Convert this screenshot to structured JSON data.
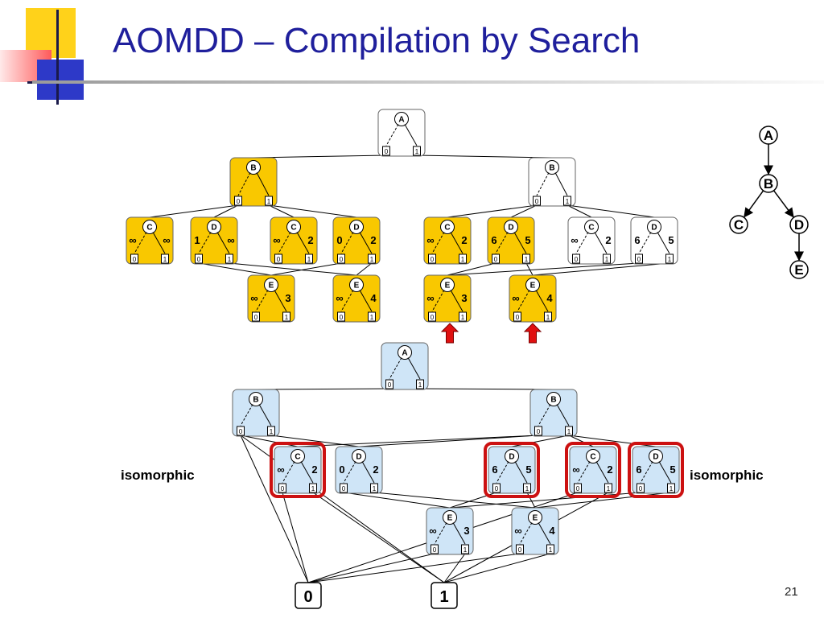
{
  "title": "AOMDD – Compilation by Search",
  "slide_number": "21",
  "labels": {
    "left": "isomorphic",
    "right": "isomorphic"
  },
  "colors": {
    "title": "#1f1f9c",
    "search_tree_fill": "#f9c800",
    "dd_fill": "#cfe5f7",
    "highlight": "#cc1111",
    "arrow": "#e01010"
  },
  "pseudo_tree": {
    "nodes": [
      "A",
      "B",
      "C",
      "D",
      "E"
    ]
  },
  "search_tree": {
    "root": {
      "var": "A",
      "values": [
        "0",
        "1"
      ]
    },
    "level_b": [
      {
        "var": "B",
        "values": [
          "0",
          "1"
        ]
      },
      {
        "var": "B",
        "values": [
          "0",
          "1"
        ]
      }
    ],
    "level_cd": [
      {
        "var": "C",
        "w0": "∞",
        "w1": "∞",
        "values": [
          "0",
          "1"
        ]
      },
      {
        "var": "D",
        "w0": "1",
        "w1": "∞",
        "values": [
          "0",
          "1"
        ]
      },
      {
        "var": "C",
        "w0": "∞",
        "w1": "2",
        "values": [
          "0",
          "1"
        ]
      },
      {
        "var": "D",
        "w0": "0",
        "w1": "2",
        "values": [
          "0",
          "1"
        ]
      },
      {
        "var": "C",
        "w0": "∞",
        "w1": "2",
        "values": [
          "0",
          "1"
        ]
      },
      {
        "var": "D",
        "w0": "6",
        "w1": "5",
        "values": [
          "0",
          "1"
        ]
      },
      {
        "var": "C",
        "w0": "∞",
        "w1": "2",
        "values": [
          "0",
          "1"
        ]
      },
      {
        "var": "D",
        "w0": "6",
        "w1": "5",
        "values": [
          "0",
          "1"
        ]
      }
    ],
    "level_e": [
      {
        "var": "E",
        "w0": "∞",
        "w1": "3",
        "values": [
          "0",
          "1"
        ]
      },
      {
        "var": "E",
        "w0": "∞",
        "w1": "4",
        "values": [
          "0",
          "1"
        ]
      },
      {
        "var": "E",
        "w0": "∞",
        "w1": "3",
        "values": [
          "0",
          "1"
        ]
      },
      {
        "var": "E",
        "w0": "∞",
        "w1": "4",
        "values": [
          "0",
          "1"
        ]
      }
    ]
  },
  "aomdd": {
    "root": {
      "var": "A",
      "values": [
        "0",
        "1"
      ]
    },
    "level_b": [
      {
        "var": "B",
        "values": [
          "0",
          "1"
        ]
      },
      {
        "var": "B",
        "values": [
          "0",
          "1"
        ]
      }
    ],
    "level_cd": [
      {
        "var": "C",
        "w0": "∞",
        "w1": "2",
        "values": [
          "0",
          "1"
        ]
      },
      {
        "var": "D",
        "w0": "0",
        "w1": "2",
        "values": [
          "0",
          "1"
        ]
      },
      {
        "var": "D",
        "w0": "6",
        "w1": "5",
        "values": [
          "0",
          "1"
        ]
      },
      {
        "var": "C",
        "w0": "∞",
        "w1": "2",
        "values": [
          "0",
          "1"
        ]
      },
      {
        "var": "D",
        "w0": "6",
        "w1": "5",
        "values": [
          "0",
          "1"
        ]
      }
    ],
    "level_e": [
      {
        "var": "E",
        "w0": "∞",
        "w1": "3",
        "values": [
          "0",
          "1"
        ]
      },
      {
        "var": "E",
        "w0": "∞",
        "w1": "4",
        "values": [
          "0",
          "1"
        ]
      }
    ],
    "terminals": [
      "0",
      "1"
    ]
  }
}
